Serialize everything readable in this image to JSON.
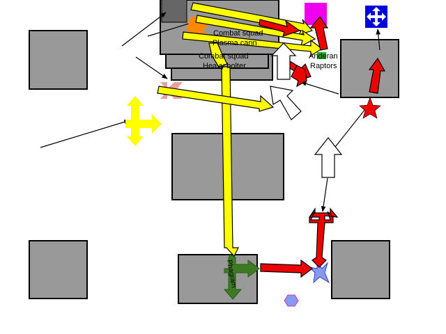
{
  "labels": {
    "combat_squad_plasma_line1": "Combat squad",
    "combat_squad_plasma_line2": "Plasma cann",
    "combat_squad_bolter_line1": "Combat squad",
    "combat_squad_bolter_line2": "Heavy bolter",
    "anderan_line1": "Anderan",
    "anderan_line2": "Raptors",
    "phagram": "Phagram"
  },
  "colors": {
    "terrain": "#999999",
    "yellow": "#ffff00",
    "red": "#ee0000",
    "green": "#3c7a24",
    "blue": "#0000dd",
    "magenta": "#ee00ee",
    "orange": "#ff8800",
    "pink": "#e89a9a",
    "lavender": "#8899ee",
    "outline": "#000000"
  }
}
